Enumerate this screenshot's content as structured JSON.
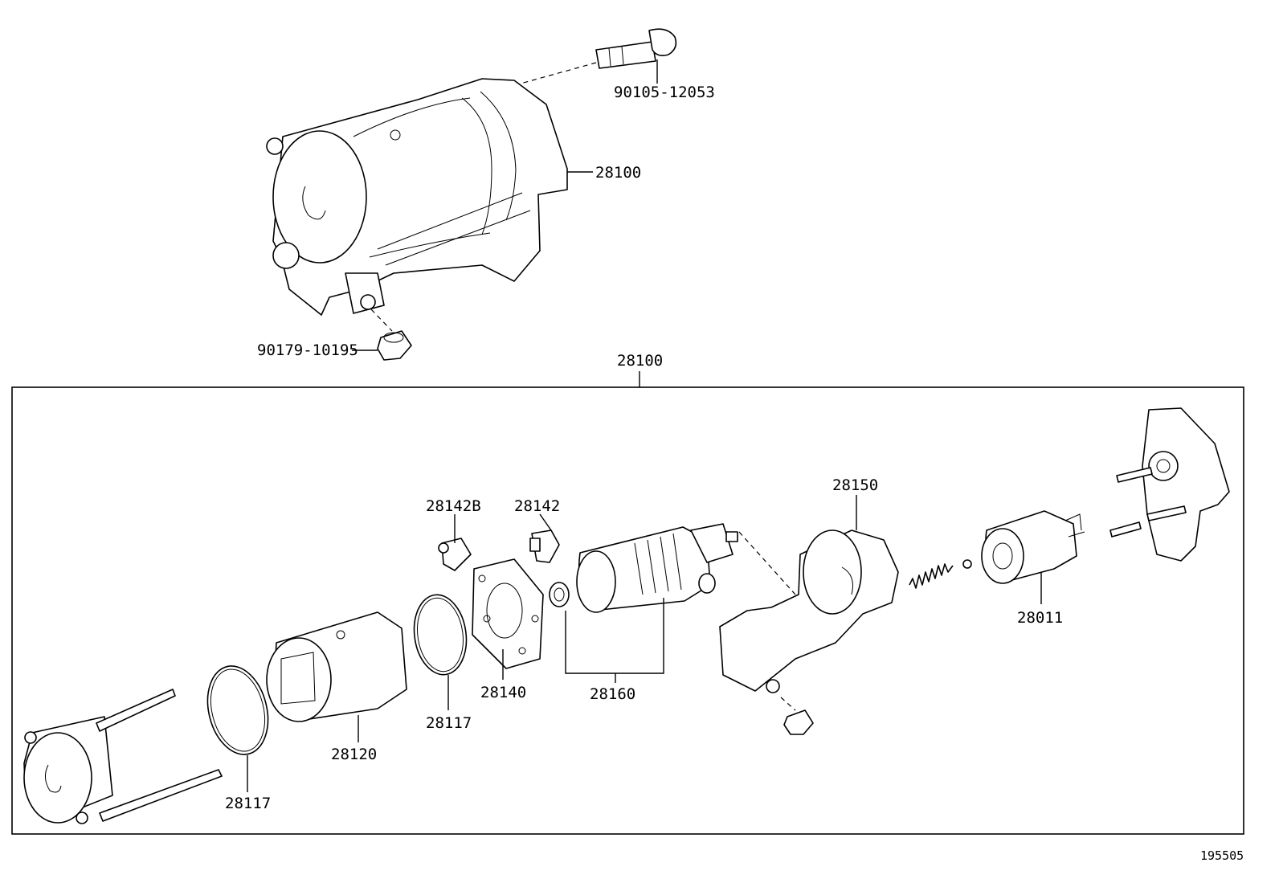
{
  "labels": {
    "bolt_top": "90105-12053",
    "starter_assy": "28100",
    "nut_top": "90179-10195",
    "exploded_title": "28100",
    "brush_holder_b": "28142B",
    "brush_holder": "28142",
    "yoke_assy": "28150",
    "clutch": "28011",
    "brush_plate": "28140",
    "armature": "28160",
    "o_ring_mid": "28117",
    "field_yoke": "28120",
    "o_ring_left": "28117",
    "ref_number": "195505"
  }
}
